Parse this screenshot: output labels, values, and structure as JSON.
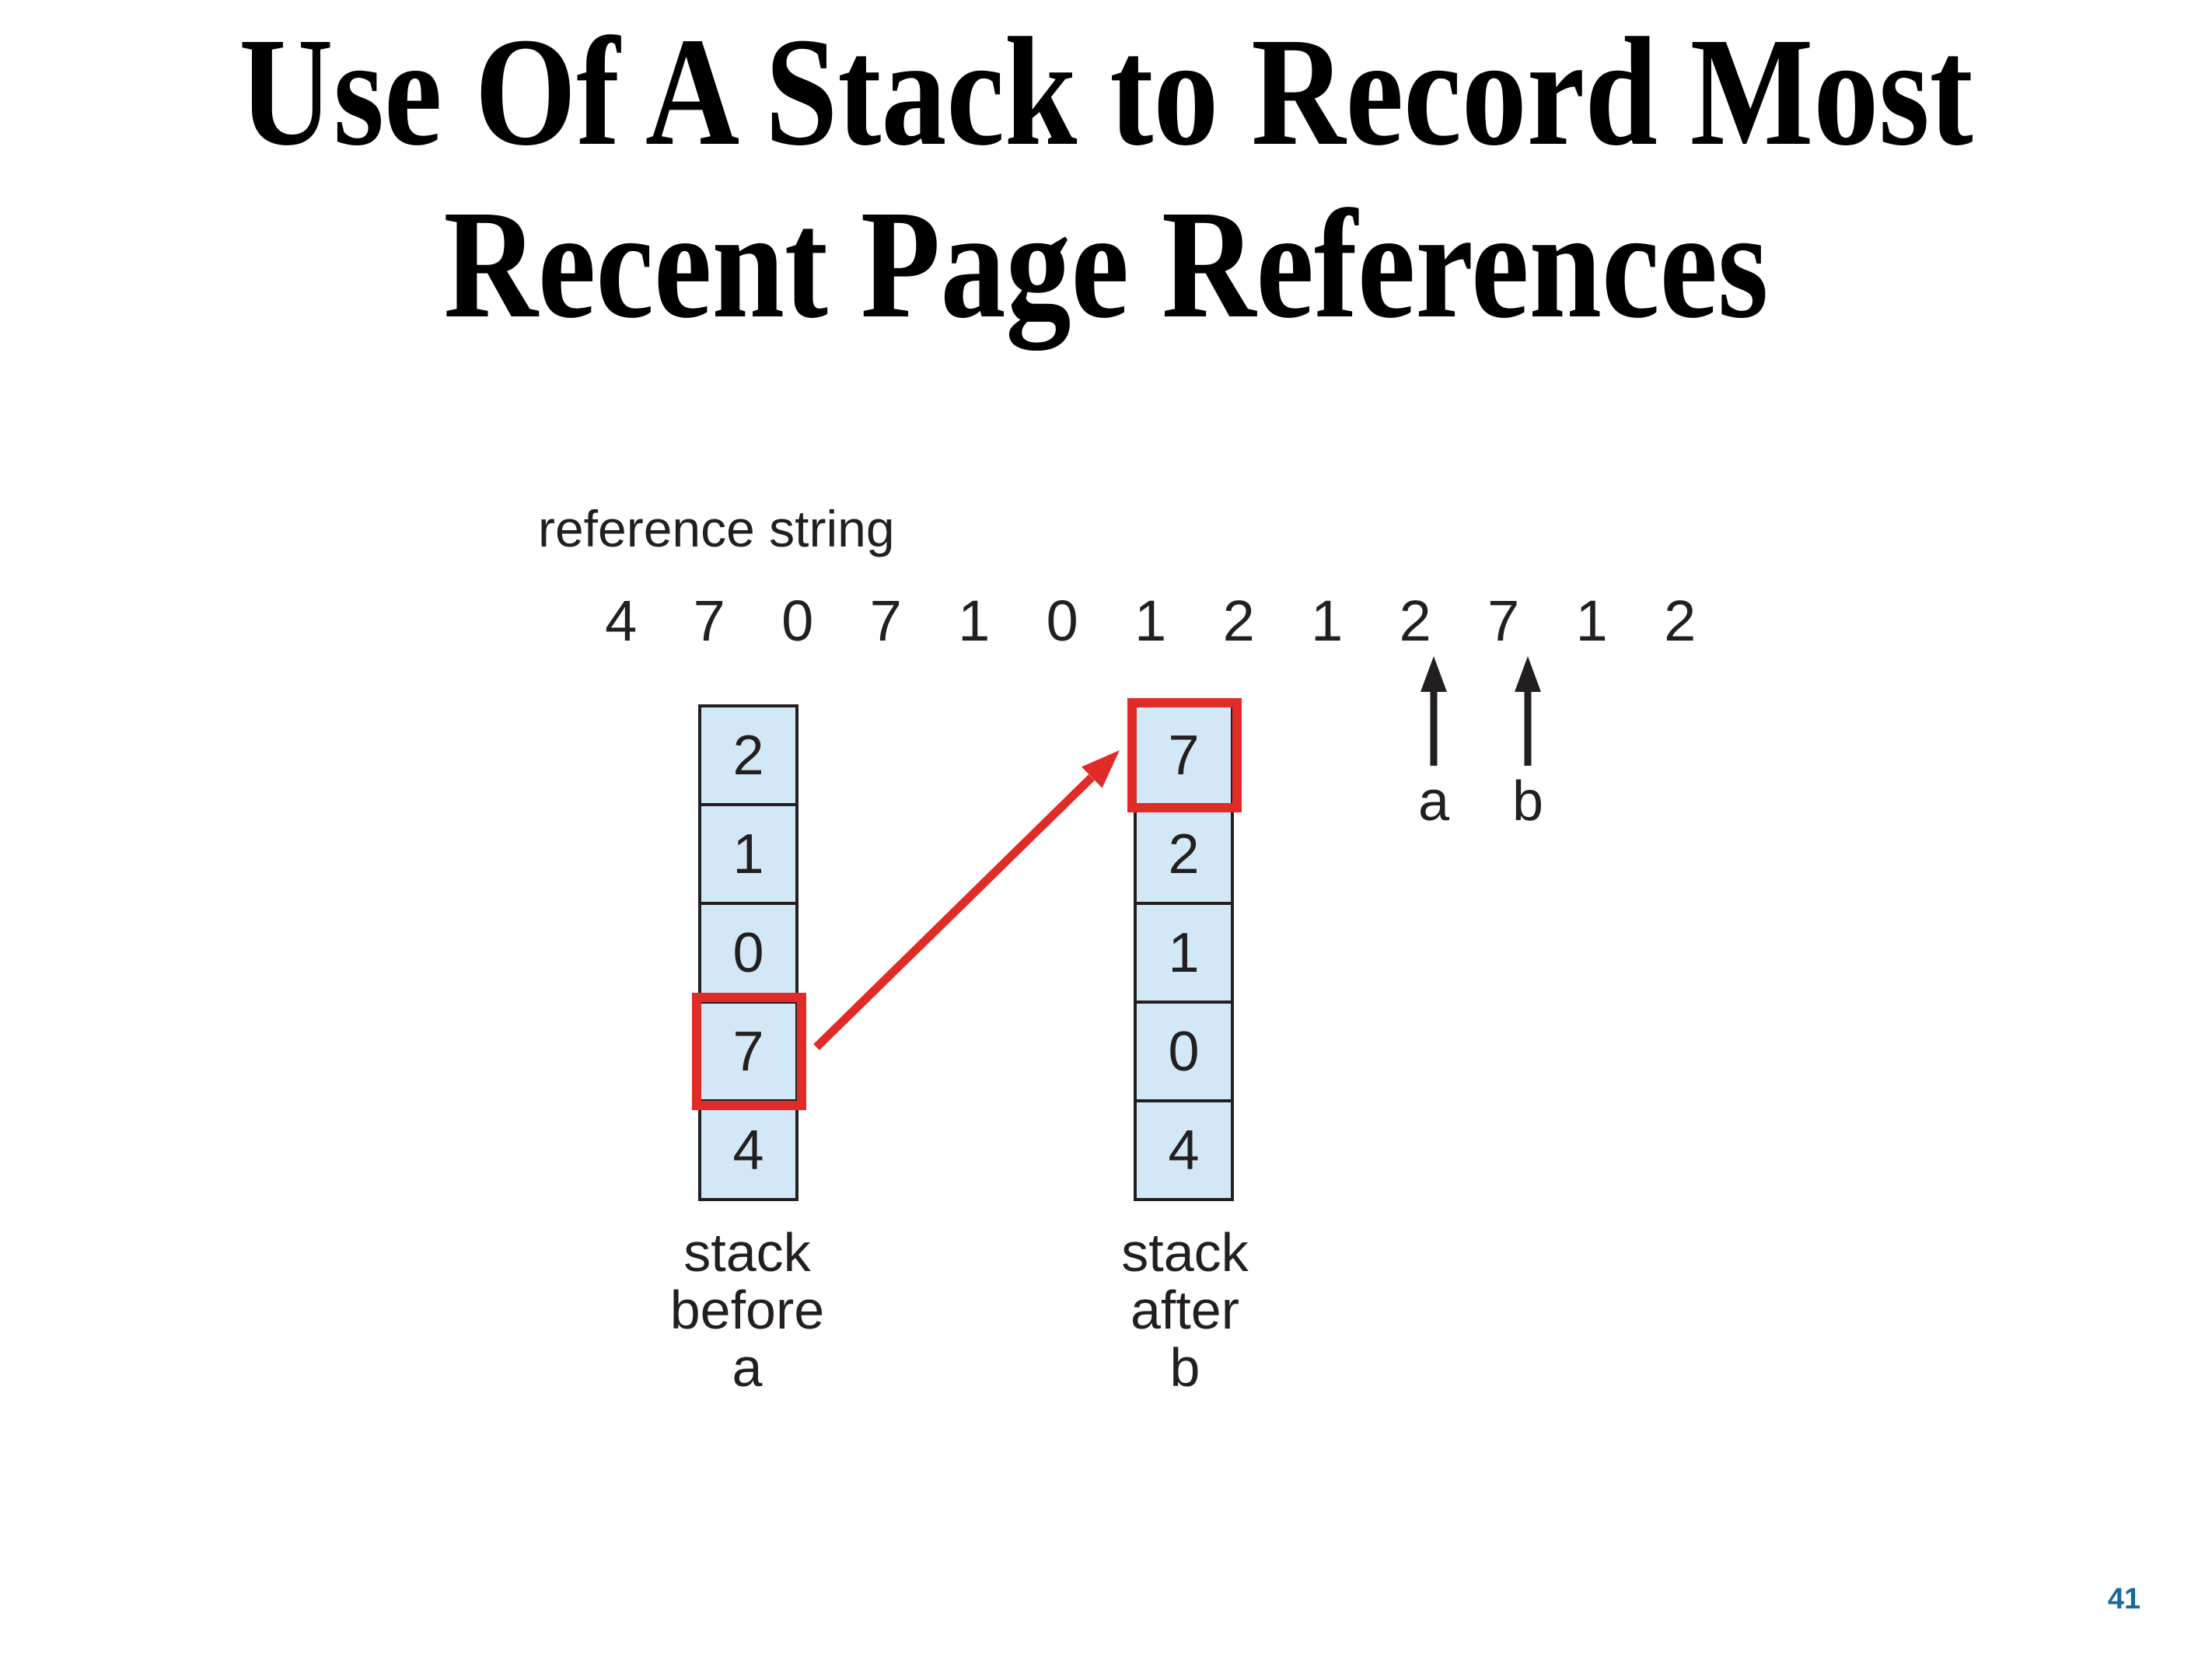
{
  "slide": {
    "title_line1": "Use Of A Stack to Record Most",
    "title_line2": "Recent Page References",
    "page_number": "41"
  },
  "reference": {
    "label": "reference string",
    "digits": [
      "4",
      "7",
      "0",
      "7",
      "1",
      "0",
      "1",
      "2",
      "1",
      "2",
      "7",
      "1",
      "2"
    ]
  },
  "markers": {
    "a_label": "a",
    "b_label": "b"
  },
  "stacks": {
    "before": {
      "cells": [
        "2",
        "1",
        "0",
        "7",
        "4"
      ],
      "highlighted_value": "7",
      "label_lines": [
        "stack",
        "before",
        "a"
      ]
    },
    "after": {
      "cells": [
        "7",
        "2",
        "1",
        "0",
        "4"
      ],
      "highlighted_value": "7",
      "label_lines": [
        "stack",
        "after",
        "b"
      ]
    }
  },
  "colors": {
    "cell_fill": "#d3e8f6",
    "highlight_red": "#e12b27",
    "diagram_line": "#231f20",
    "page_number_blue": "#17689c"
  }
}
